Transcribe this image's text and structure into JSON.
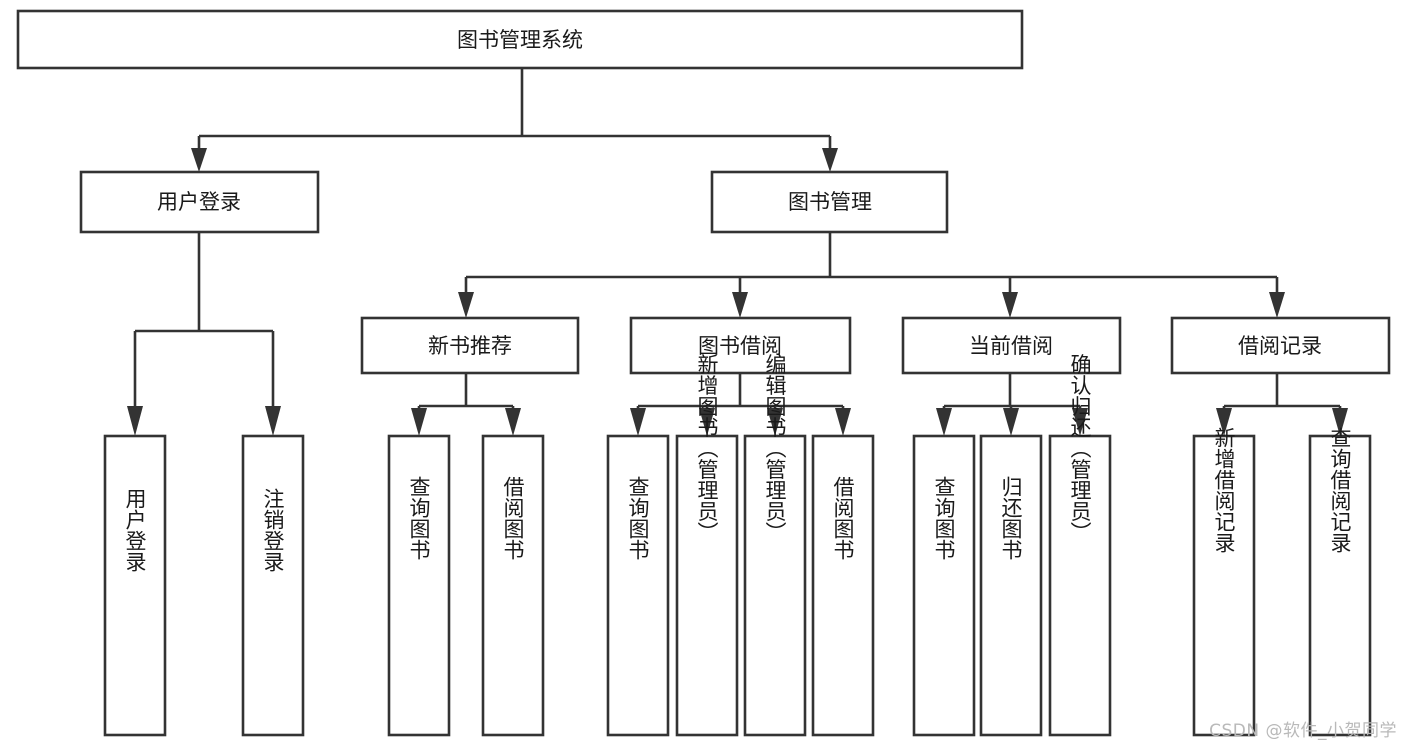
{
  "diagram": {
    "type": "tree-hierarchy",
    "title": "图书管理系统",
    "orientation": "top-down",
    "colors": {
      "box_border": "#333333",
      "box_fill": "#ffffff",
      "text": "#1a1a1a",
      "connector": "#333333",
      "background": "#ffffff",
      "watermark": "#b9b9b9"
    },
    "root": {
      "label": "图书管理系统"
    },
    "level2": [
      {
        "label": "用户登录"
      },
      {
        "label": "图书管理"
      }
    ],
    "level3": [
      {
        "label": "新书推荐"
      },
      {
        "label": "图书借阅"
      },
      {
        "label": "当前借阅"
      },
      {
        "label": "借阅记录"
      }
    ],
    "leaves": {
      "user_login": [
        {
          "label": "用户登录"
        },
        {
          "label": "注销登录"
        }
      ],
      "new_book_recommend": [
        {
          "label": "查询图书"
        },
        {
          "label": "借阅图书"
        }
      ],
      "book_borrow": [
        {
          "label": "查询图书"
        },
        {
          "label": "新增图书（管理员）"
        },
        {
          "label": "编辑图书（管理员）"
        },
        {
          "label": "借阅图书"
        }
      ],
      "current_borrow": [
        {
          "label": "查询图书"
        },
        {
          "label": "归还图书"
        },
        {
          "label": "确认归还（管理员）"
        }
      ],
      "borrow_records": [
        {
          "label": "新增借阅记录"
        },
        {
          "label": "查询借阅记录"
        }
      ]
    }
  },
  "watermark": {
    "text": "CSDN @软件_小贺同学"
  }
}
